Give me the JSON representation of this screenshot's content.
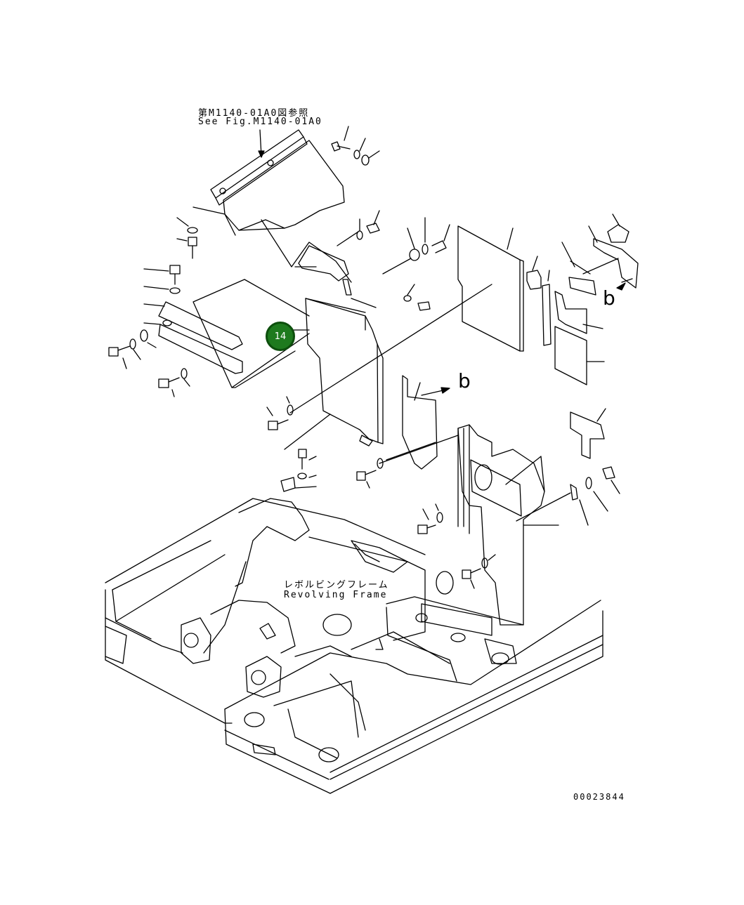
{
  "reference": {
    "line_jp": "第M1140-01A0図参照",
    "line_en": "See Fig.M1140-01A0"
  },
  "frame_label": {
    "jp": "レボルビングフレーム",
    "en": "Revolving Frame"
  },
  "view_marks": [
    "b",
    "b"
  ],
  "callout": {
    "number": "14",
    "color": "#1e7a1e"
  },
  "drawing_number": "00023844"
}
